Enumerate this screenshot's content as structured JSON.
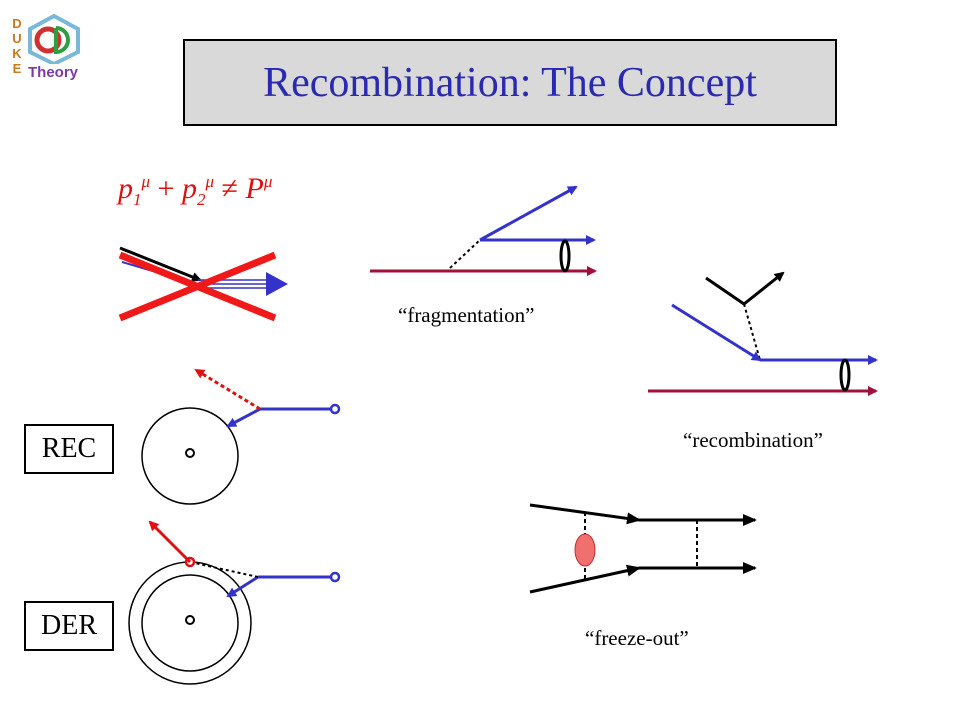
{
  "logo": {
    "letters": [
      "D",
      "U",
      "K",
      "E"
    ],
    "word": "Theory"
  },
  "title": "Recombination: The Concept",
  "formula": {
    "p1": "p",
    "sub1": "1",
    "mu": "μ",
    "plus": "+",
    "p2": "p",
    "sub2": "2",
    "neq": "≠",
    "P": "P"
  },
  "captions": {
    "fragmentation": "“fragmentation”",
    "recombination": "“recombination”",
    "freeze_out": "“freeze-out”"
  },
  "boxes": {
    "rec": "REC",
    "der": "DER"
  },
  "colors": {
    "blue": "#3333cc",
    "red": "#e01010",
    "darkred": "#a0103a",
    "title_bg": "#d9d9d9",
    "title_text": "#2a2ab0"
  }
}
